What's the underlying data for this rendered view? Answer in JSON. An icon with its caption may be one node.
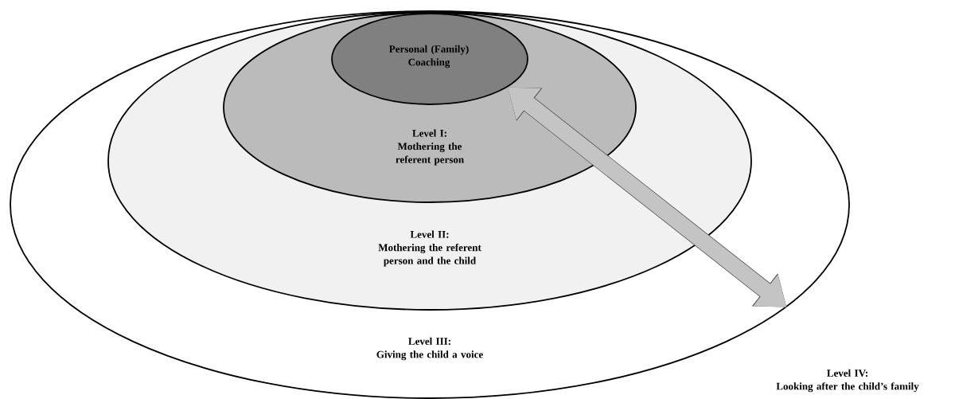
{
  "diagram": {
    "nodes": [
      {
        "text": [
          "Level III:",
          "Giving the child a voice"
        ]
      },
      {
        "text": [
          "Level II:",
          "Mothering the referent person and the child"
        ],
        "in": 0
      },
      {
        "text": [
          "Level I:",
          "Mothering the referent person"
        ],
        "in": 1
      },
      {
        "text": [
          "Personal (Family) Coaching"
        ],
        "in": 2
      },
      {
        "text": [
          "Level IV:",
          "Looking after the child’s family"
        ]
      }
    ],
    "edges": [
      {
        "from": 3,
        "to": 0,
        "arrow": "both"
      }
    ]
  }
}
